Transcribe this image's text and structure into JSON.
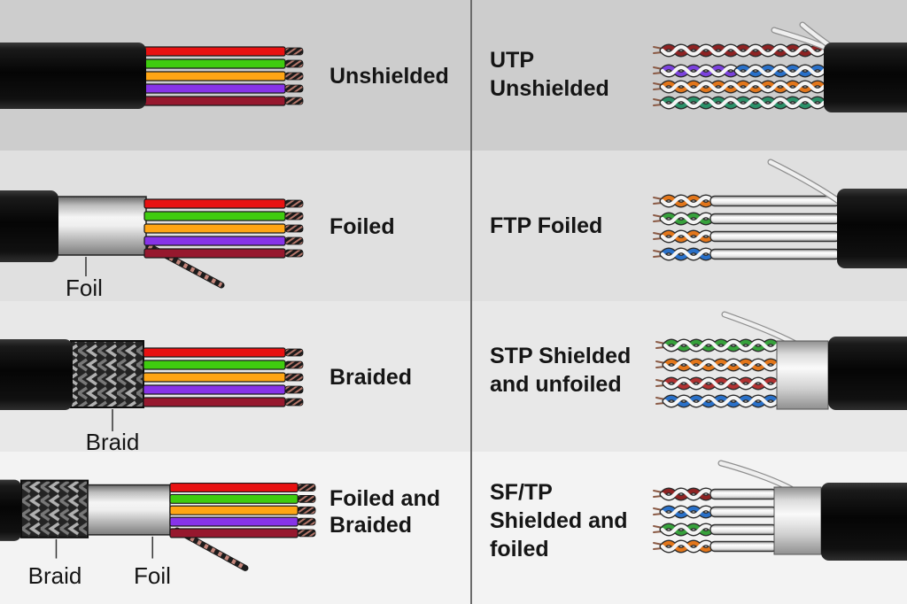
{
  "rows": [
    {
      "left": {
        "lines": [
          "Unshielded"
        ],
        "annotations": []
      },
      "right": {
        "lines": [
          "UTP",
          "Unshielded"
        ]
      }
    },
    {
      "left": {
        "lines": [
          "Foiled"
        ],
        "annotations": [
          "Foil"
        ]
      },
      "right": {
        "lines": [
          "FTP Foiled"
        ]
      }
    },
    {
      "left": {
        "lines": [
          "Braided"
        ],
        "annotations": [
          "Braid"
        ]
      },
      "right": {
        "lines": [
          "STP Shielded",
          "and unfoiled"
        ]
      }
    },
    {
      "left": {
        "lines": [
          "Foiled and",
          "Braided"
        ],
        "annotations": [
          "Braid",
          "Foil"
        ]
      },
      "right": {
        "lines": [
          "SF/TP",
          "Shielded and",
          "foiled"
        ]
      }
    }
  ],
  "colors": {
    "row_backgrounds": [
      "#cdcdcd",
      "#e0e0e0",
      "#e8e8e8",
      "#f3f3f3"
    ],
    "divider": "#6b6b6b",
    "text": "#151515",
    "vars": {
      "wire-red": "#e81111",
      "wire-green": "#3fcc0f",
      "wire-orange": "#ffa514",
      "wire-purple": "#8733e8",
      "wire-maroon": "#96182e",
      "pair-darkred": "#8e2323",
      "pair-purple": "#7b42dd",
      "pair-blue": "#2970c8",
      "pair-orange": "#e2761b",
      "pair-teal": "#2a8f68",
      "pair-green": "#37a13c",
      "pair-red": "#b03232",
      "strand-white": "#f4f4f4"
    }
  }
}
